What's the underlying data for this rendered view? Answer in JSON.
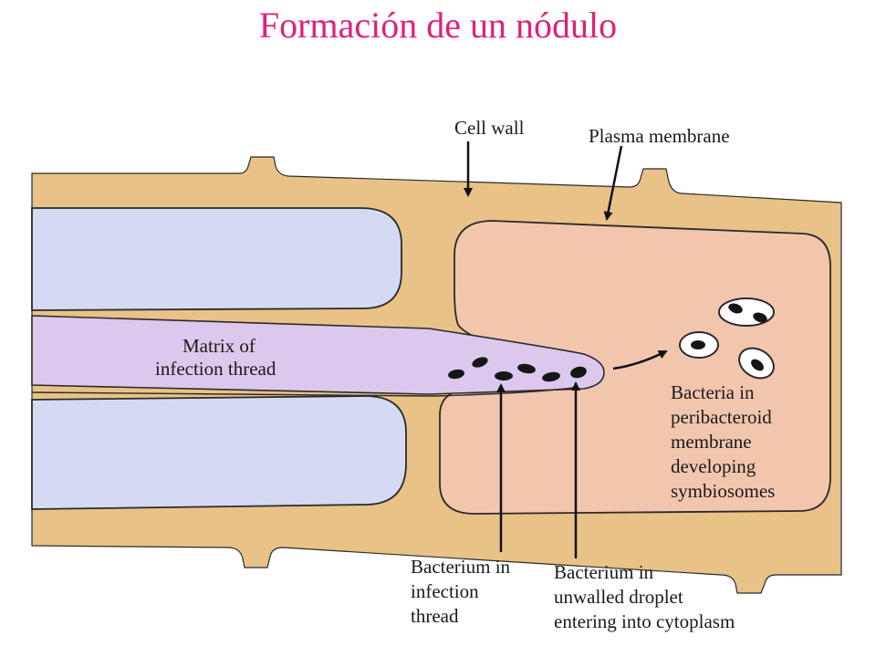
{
  "title": "Formación de un nódulo",
  "colors": {
    "title": "#e0207a",
    "cell_wall": "#e8c287",
    "vacuole": "#d4daf2",
    "cytoplasm": "#f2c6ad",
    "infection_thread": "#dcc8ec",
    "bacterium": "#161616",
    "outline": "#2a2a2a"
  },
  "labels": {
    "cell_wall": "Cell wall",
    "plasma_membrane": "Plasma membrane",
    "matrix": [
      "Matrix of",
      "infection thread"
    ],
    "bacteria_peribacteroid": [
      "Bacteria in",
      "peribacteroid",
      "membrane",
      "developing",
      "symbiosomes"
    ],
    "bacterium_infection": [
      "Bacterium in",
      "infection",
      "thread"
    ],
    "bacterium_droplet": [
      "Bacterium in",
      "unwalled droplet",
      "entering into cytoplasm"
    ]
  }
}
